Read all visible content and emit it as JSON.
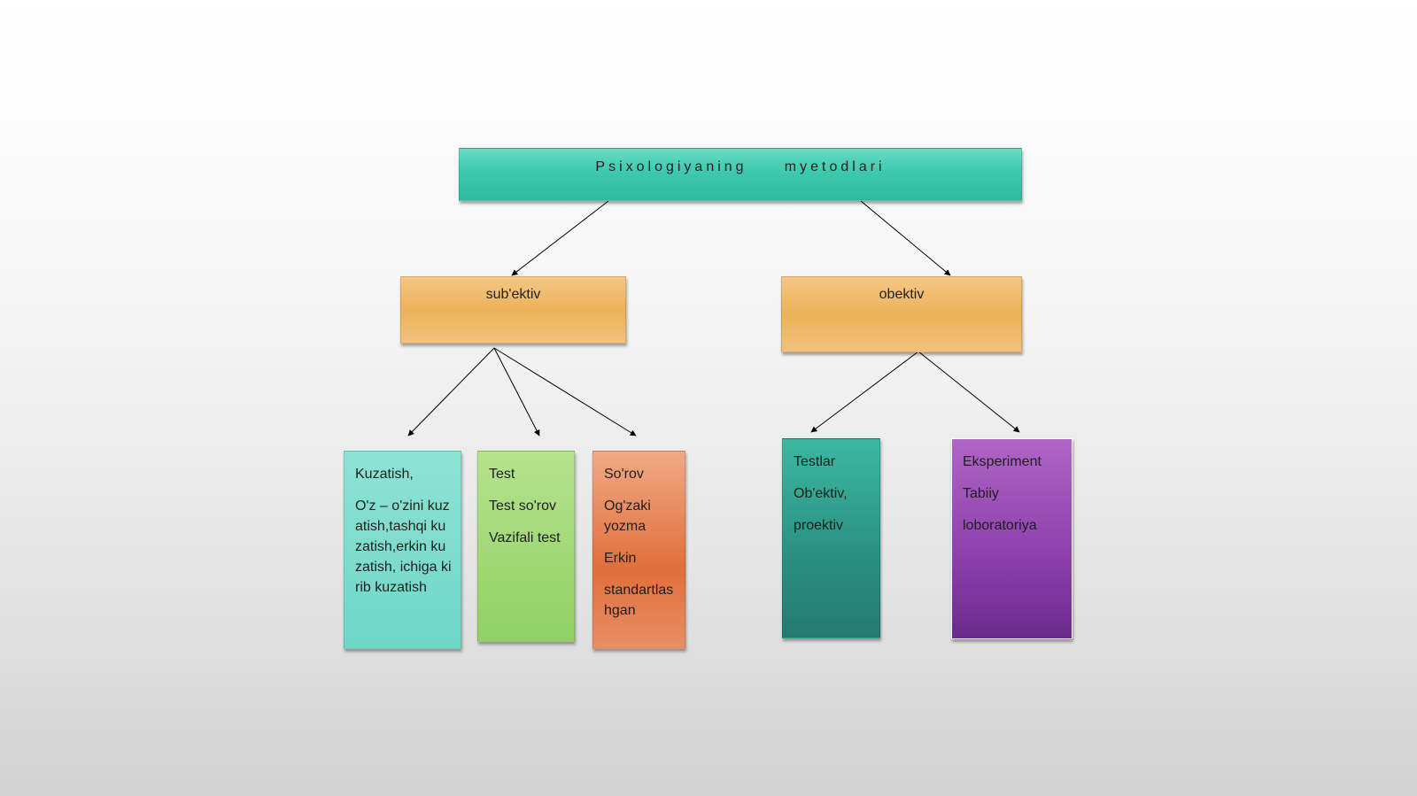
{
  "diagram": {
    "root": {
      "label": "Psixologiyaning     myetodlari"
    },
    "branches": [
      {
        "label": "sub'ektiv",
        "children": [
          {
            "lines": [
              "Kuzatish,",
              "O'z – o'zini kuzatish,tashqi kuzatish,erkin kuzatish, ichiga kirib kuzatish"
            ]
          },
          {
            "lines": [
              "Test",
              "Test so'rov",
              "Vazifali test"
            ]
          },
          {
            "lines": [
              "So'rov",
              "Og'zaki yozma",
              "Erkin",
              "standartlashgan"
            ]
          }
        ]
      },
      {
        "label": "obektiv",
        "children": [
          {
            "lines": [
              "Testlar",
              "Ob'ektiv,",
              "proektiv"
            ]
          },
          {
            "lines": [
              "Eksperiment",
              "Tabiiy",
              "loboratoriya"
            ]
          }
        ]
      }
    ],
    "colors": {
      "root": "#3ec9ad",
      "branch": "#ebb259",
      "leaf_1": "#6fd6c6",
      "leaf_2": "#92d064",
      "leaf_3": "#e06f3c",
      "leaf_4": "#2a8f80",
      "leaf_5": "#8b3faa"
    }
  }
}
